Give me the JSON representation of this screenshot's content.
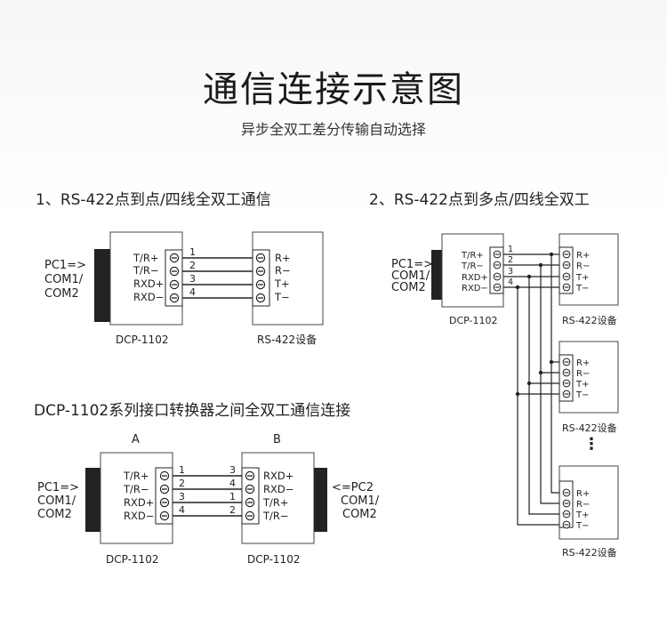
{
  "header": {
    "title": "通信连接示意图",
    "subtitle": "异步全双工差分传输自动选择"
  },
  "sections": {
    "s1": {
      "title": "1、RS-422点到点/四线全双工通信"
    },
    "s2": {
      "title": "2、RS-422点到多点/四线全双工"
    },
    "s3": {
      "title": "DCP-1102系列接口转换器之间全双工通信连接"
    }
  },
  "pc1": {
    "l1": "PC1=>",
    "l2": "COM1/",
    "l3": "COM2"
  },
  "pc2": {
    "l1": "<=PC2",
    "l2": "COM1/",
    "l3": "COM2"
  },
  "device": {
    "dcp": "DCP-1102",
    "rs422": "RS-422设备",
    "a": "A",
    "b": "B"
  },
  "pins": {
    "dcp": [
      "T/R+",
      "T/R−",
      "RXD+",
      "RXD−"
    ],
    "rs422": [
      "R+",
      "R−",
      "T+",
      "T−"
    ],
    "dcp_b": [
      "RXD+",
      "RXD−",
      "T/R+",
      "T/R−"
    ],
    "wire_nums": [
      "1",
      "2",
      "3",
      "4"
    ],
    "wire_nums_b": [
      "3",
      "4",
      "1",
      "2"
    ]
  },
  "ellipsis": "⋮",
  "colors": {
    "line": "#222222",
    "box_border": "#444444",
    "connector": "#222222"
  }
}
